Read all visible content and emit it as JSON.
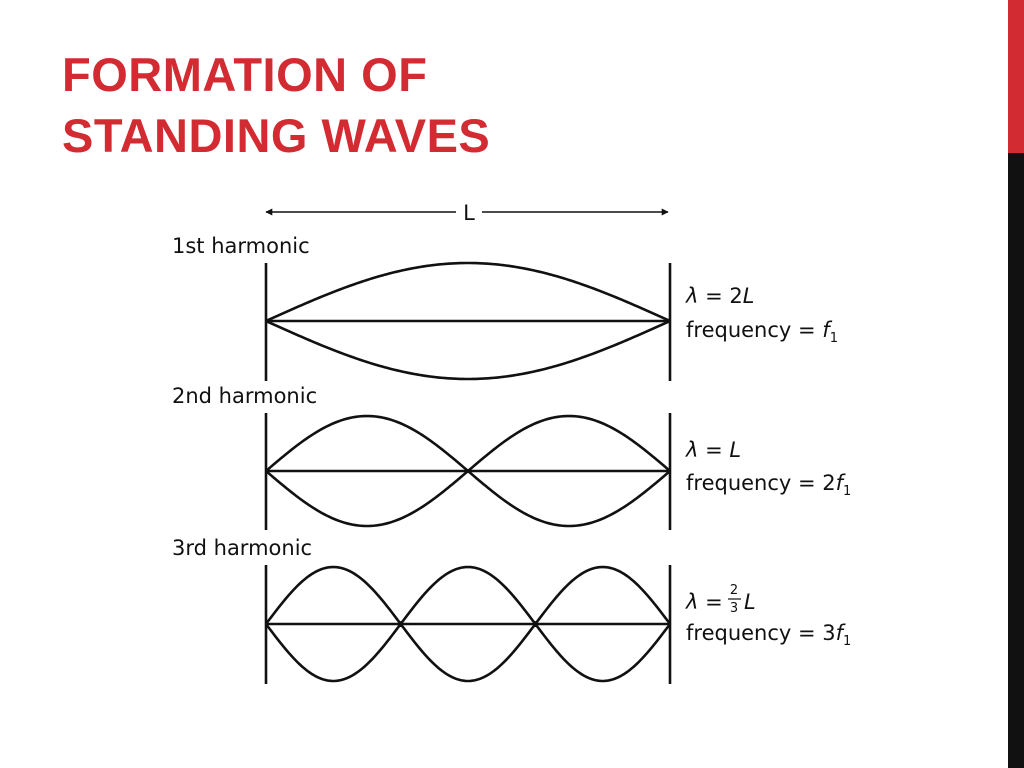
{
  "slide": {
    "title_line1": "FORMATION OF",
    "title_line2": "STANDING WAVES",
    "title_color": "#d22b32",
    "side_bar_colors": {
      "top": "#d22b32",
      "bottom": "#111111"
    }
  },
  "diagram": {
    "length_label": "L",
    "harmonics": [
      {
        "label": "1st harmonic",
        "loops": 1,
        "wavelength_lambda": "λ",
        "wavelength_eq": " = 2",
        "wavelength_var": "L",
        "frequency_text": "frequency = ",
        "frequency_var": "f",
        "frequency_sub": "1"
      },
      {
        "label": "2nd harmonic",
        "loops": 2,
        "wavelength_lambda": "λ",
        "wavelength_eq": " = ",
        "wavelength_var": "L",
        "frequency_text": "frequency = 2",
        "frequency_var": "f",
        "frequency_sub": "1"
      },
      {
        "label": "3rd harmonic",
        "loops": 3,
        "wavelength_lambda": "λ",
        "wavelength_eq": " = ",
        "wavelength_frac_num": "2",
        "wavelength_frac_den": "3",
        "wavelength_var": "L",
        "frequency_text": "frequency = 3",
        "frequency_var": "f",
        "frequency_sub": "1"
      }
    ]
  }
}
